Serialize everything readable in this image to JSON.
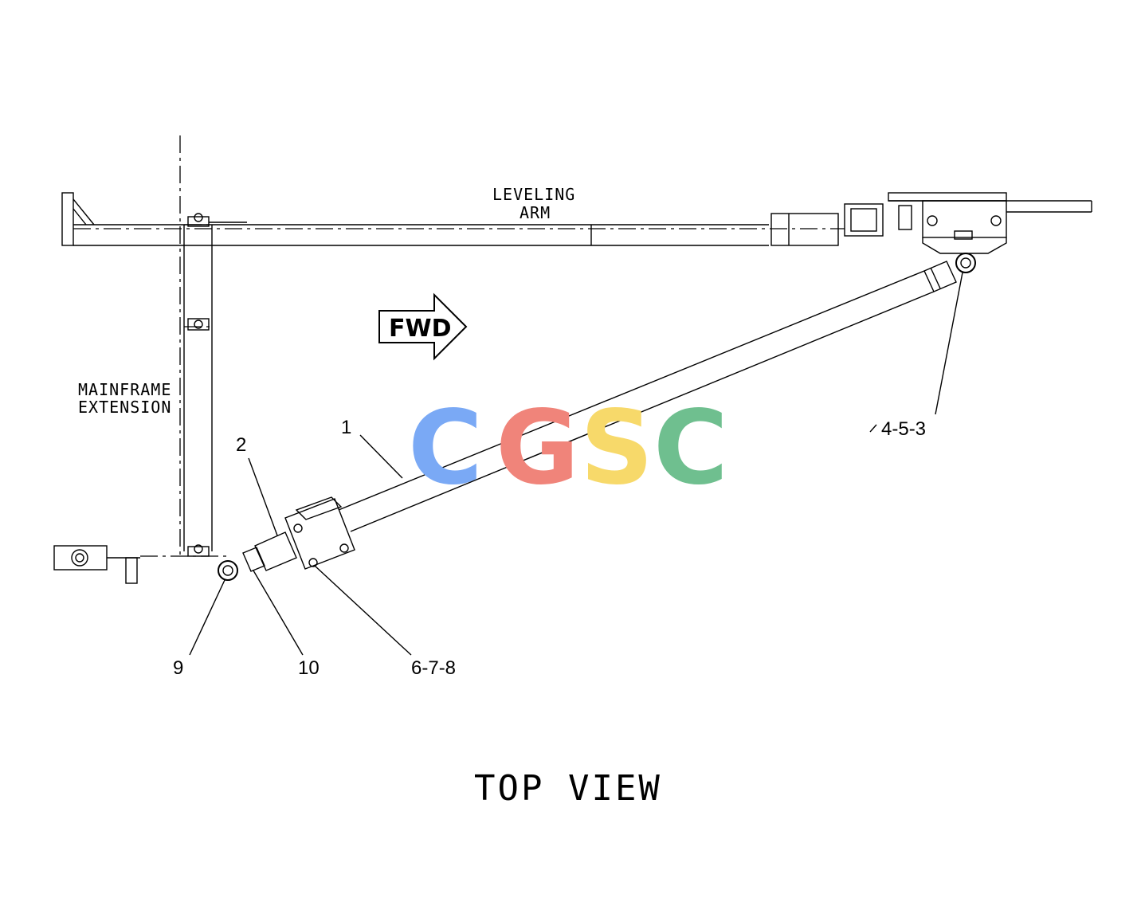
{
  "drawing": {
    "view_title": "TOP VIEW",
    "labels": {
      "leveling_arm_line1": "LEVELING",
      "leveling_arm_line2": "ARM",
      "mainframe_line1": "MAINFRAME",
      "mainframe_line2": "EXTENSION",
      "fwd": "FWD"
    },
    "callouts": {
      "c1": "1",
      "c2": "2",
      "c453": "4-5-3",
      "c678": "6-7-8",
      "c9": "9",
      "c10": "10"
    },
    "watermark": {
      "letters": [
        "C",
        "G",
        "S",
        "C"
      ],
      "colors": [
        "#7aa9f5",
        "#f0847a",
        "#f7d96a",
        "#6fbf8f"
      ]
    }
  }
}
